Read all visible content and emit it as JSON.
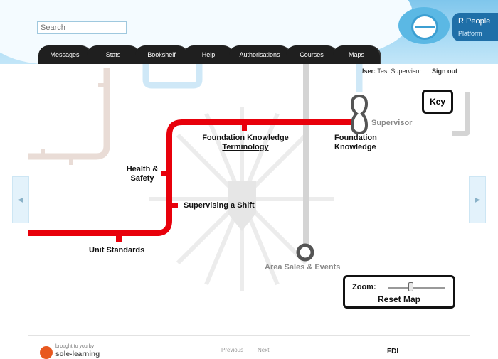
{
  "header": {
    "search_placeholder": "Search",
    "brand": "R People",
    "brand_sub": "Platform"
  },
  "nav": {
    "tabs": [
      {
        "label": "Messages"
      },
      {
        "label": "Stats"
      },
      {
        "label": "Bookshelf"
      },
      {
        "label": "Help"
      },
      {
        "label": "Authorisations"
      },
      {
        "label": "Courses"
      },
      {
        "label": "Maps"
      }
    ]
  },
  "user_bar": {
    "user_label": "User:",
    "user_name": "Test Supervisor",
    "sign_out": "Sign out"
  },
  "map": {
    "stations": {
      "foundation_terminology": "Foundation Knowledge Terminology",
      "foundation_knowledge": "Foundation Knowledge",
      "supervisor": "Supervisor",
      "health_safety": "Health & Safety",
      "supervising_shift": "Supervising a Shift",
      "unit_standards": "Unit Standards",
      "area_sales": "Area Sales & Events"
    },
    "line_colors": {
      "main": "#e8000b",
      "grey": "#cccccc",
      "blue": "#cfe8f7",
      "tan": "#e9dcd6"
    }
  },
  "controls": {
    "key_label": "Key",
    "zoom_label": "Zoom:",
    "zoom_level": 0.4,
    "reset_label": "Reset Map"
  },
  "footer": {
    "brought_by": "brought to you by",
    "company": "sole-learning",
    "prev": "Previous",
    "next": "Next",
    "partner": "FDI"
  }
}
